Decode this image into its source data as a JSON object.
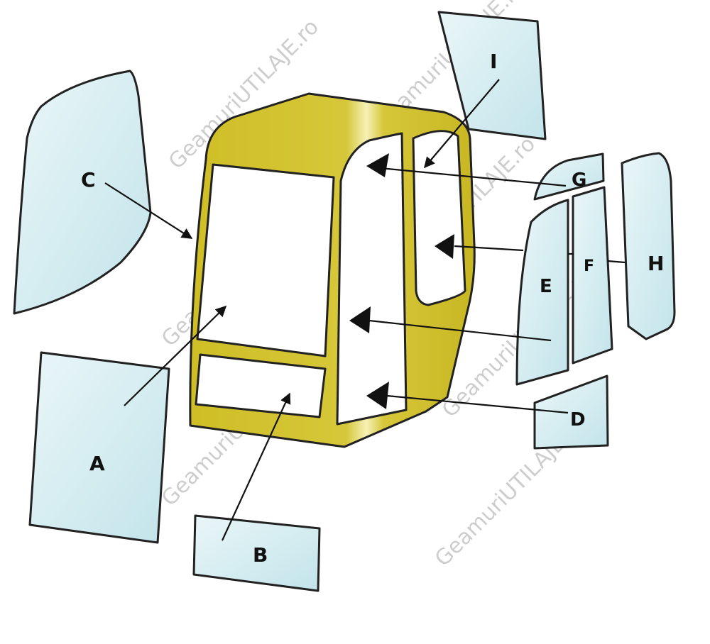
{
  "diagram": {
    "labels": {
      "A": "A",
      "B": "B",
      "C": "C",
      "D": "D",
      "E": "E",
      "F": "F",
      "G": "G",
      "H": "H",
      "I": "I"
    },
    "watermark": "GeamuriUTILAJE.ro",
    "colors": {
      "frame": "#CFBE25",
      "frame_highlight": "#F6F1B6",
      "glass_light": "#EAF6F8",
      "glass_tint": "#C2E4EA",
      "outline": "#222222"
    }
  }
}
